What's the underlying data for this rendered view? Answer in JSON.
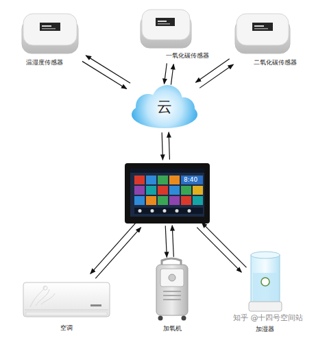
{
  "diagram": {
    "nodes": [
      {
        "text": [
          "温湿度传感器"
        ]
      },
      {
        "text": [
          "一氧化碳传感器"
        ]
      },
      {
        "text": [
          "二氧化碳传感器"
        ]
      },
      {
        "text": [
          "云"
        ]
      },
      {
        "text": [
          "8:40"
        ]
      },
      {
        "text": [
          "空调"
        ]
      },
      {
        "text": [
          "加氧机"
        ]
      },
      {
        "text": [
          "加湿器"
        ]
      }
    ],
    "edges": [
      {
        "from": 0,
        "to": 3,
        "arrow": "to"
      },
      {
        "from": 3,
        "to": 0,
        "arrow": "to"
      },
      {
        "from": 1,
        "to": 3,
        "arrow": "to"
      },
      {
        "from": 3,
        "to": 1,
        "arrow": "to"
      },
      {
        "from": 2,
        "to": 3,
        "arrow": "to"
      },
      {
        "from": 3,
        "to": 2,
        "arrow": "to"
      },
      {
        "from": 3,
        "to": 4,
        "arrow": "to"
      },
      {
        "from": 4,
        "to": 3,
        "arrow": "to"
      },
      {
        "from": 4,
        "to": 5,
        "arrow": "to"
      },
      {
        "from": 5,
        "to": 4,
        "arrow": "to"
      },
      {
        "from": 4,
        "to": 6,
        "arrow": "to"
      },
      {
        "from": 6,
        "to": 4,
        "arrow": "to"
      },
      {
        "from": 4,
        "to": 7,
        "arrow": "to"
      },
      {
        "from": 7,
        "to": 4,
        "arrow": "to"
      }
    ],
    "labels": [
      "知乎 @十四号空间站"
    ]
  }
}
